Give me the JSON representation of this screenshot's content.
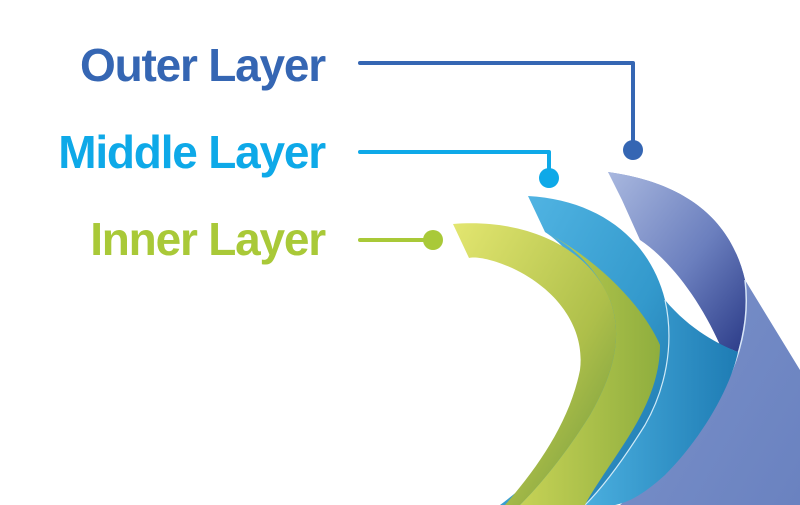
{
  "diagram": {
    "type": "layered-structure",
    "layers": [
      {
        "id": "outer",
        "label": "Outer Layer",
        "color": "#3566b3"
      },
      {
        "id": "middle",
        "label": "Middle Layer",
        "color": "#0ea9e8"
      },
      {
        "id": "inner",
        "label": "Inner Layer",
        "color": "#a9c938"
      }
    ]
  },
  "palette": {
    "outer_band_light": "#a5b4dd",
    "outer_band_dark": "#2e3f8c",
    "outer_band_base": "#6f87c4",
    "middle_band_light": "#4eb4e4",
    "middle_band_dark": "#1d78ad",
    "inner_band_light": "#e1e46d",
    "inner_band_dark": "#6e9a3b"
  }
}
